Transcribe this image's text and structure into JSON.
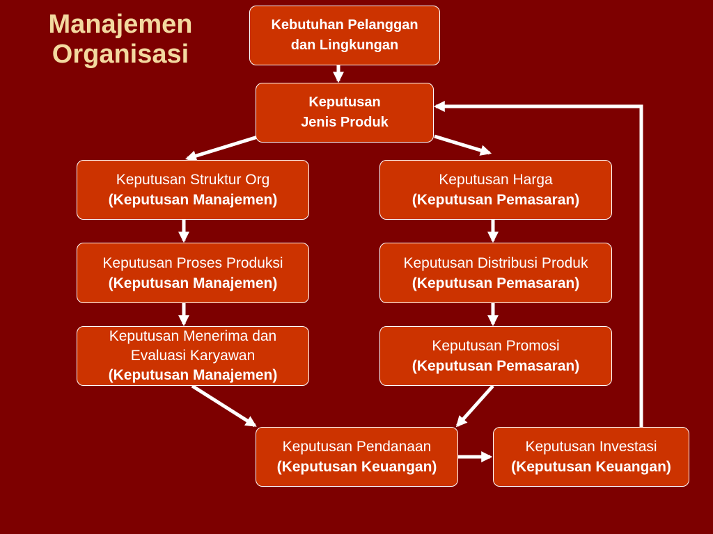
{
  "title": {
    "line1": "Manajemen",
    "line2": "Organisasi"
  },
  "boxes": {
    "kebutuhan": {
      "line1": "Kebutuhan Pelanggan",
      "line2": "dan Lingkungan"
    },
    "jenis_produk": {
      "line1": "Keputusan",
      "line2": "Jenis Produk"
    },
    "struktur_org": {
      "line1": "Keputusan Struktur Org",
      "line2": "(Keputusan Manajemen)"
    },
    "proses_produksi": {
      "line1": "Keputusan Proses Produksi",
      "line2": "(Keputusan Manajemen)"
    },
    "menerima_karyawan": {
      "line1": "Keputusan Menerima dan",
      "line2": "Evaluasi Karyawan",
      "line3": "(Keputusan Manajemen)"
    },
    "harga": {
      "line1": "Keputusan Harga",
      "line2": "(Keputusan Pemasaran)"
    },
    "distribusi": {
      "line1": "Keputusan Distribusi Produk",
      "line2": "(Keputusan Pemasaran)"
    },
    "promosi": {
      "line1": "Keputusan Promosi",
      "line2": "(Keputusan Pemasaran)"
    },
    "pendanaan": {
      "line1": "Keputusan Pendanaan",
      "line2": "(Keputusan Keuangan)"
    },
    "investasi": {
      "line1": "Keputusan Investasi",
      "line2": "(Keputusan Keuangan)"
    }
  },
  "colors": {
    "background": "#7d0000",
    "box_fill": "#cc3300",
    "title_text": "#f3d9a0",
    "arrow": "#ffffff"
  }
}
